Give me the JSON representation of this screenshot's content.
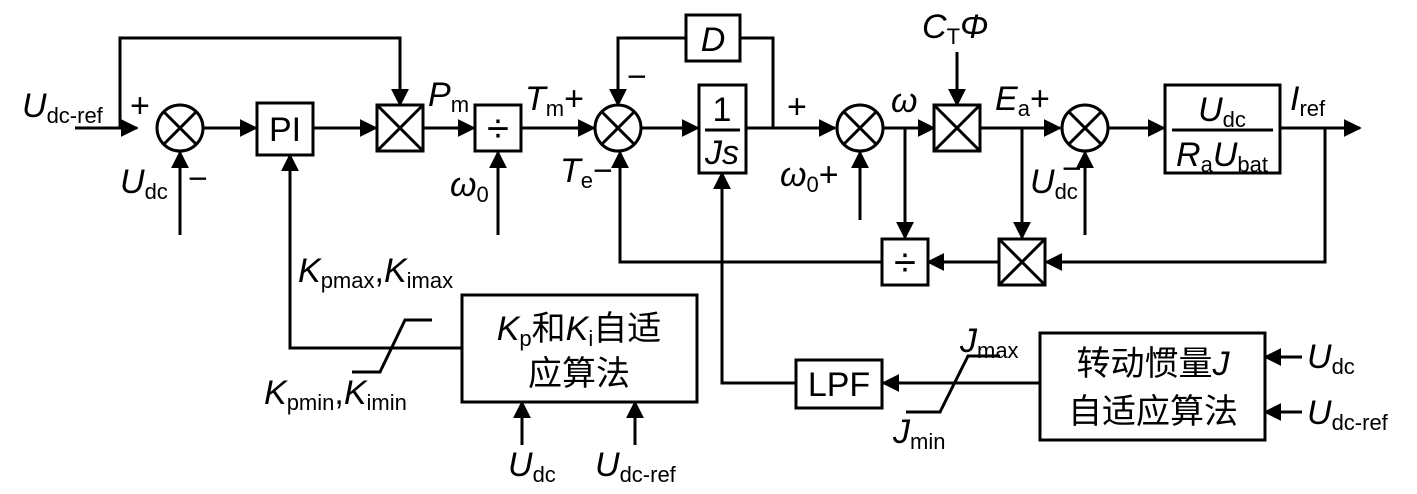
{
  "blocks": {
    "pi": "PI",
    "div": "÷",
    "int_num": "1",
    "int_den": "Js",
    "damping": "D",
    "lpf": "LPF",
    "out_num_main": "U",
    "out_num_sub": "dc",
    "out_den_r": "R",
    "out_den_r_sub": "a",
    "out_den_u": "U",
    "out_den_u_sub": "bat",
    "kpki_line1_kp": "K",
    "kpki_line1_kp_sub": "p",
    "kpki_line1_he": "和",
    "kpki_line1_ki": "K",
    "kpki_line1_ki_sub": "i",
    "kpki_line1_tail": "自适",
    "kpki_line2": "应算法",
    "inertia_line1": "转动惯量",
    "inertia_line1_J": "J",
    "inertia_line2": "自适应算法"
  },
  "signals": {
    "udc_ref": {
      "main": "U",
      "sub": "dc-ref"
    },
    "udc": {
      "main": "U",
      "sub": "dc"
    },
    "pm": {
      "main": "P",
      "sub": "m"
    },
    "tm": {
      "main": "T",
      "sub": "m"
    },
    "te": {
      "main": "T",
      "sub": "e"
    },
    "omega0": {
      "main": "ω",
      "sub": "0"
    },
    "omega": {
      "main": "ω"
    },
    "ea": {
      "main": "E",
      "sub": "a"
    },
    "iref": {
      "main": "I",
      "sub": "ref"
    },
    "ctphi": {
      "c": "C",
      "c_sub": "T",
      "phi": "Φ"
    },
    "kmax": {
      "kp": "K",
      "kp_sub": "pmax",
      "sep": ",",
      "ki": "K",
      "ki_sub": "imax"
    },
    "kmin": {
      "kp": "K",
      "kp_sub": "pmin",
      "sep": ",",
      "ki": "K",
      "ki_sub": "imin"
    },
    "jmax": {
      "main": "J",
      "sub": "max"
    },
    "jmin": {
      "main": "J",
      "sub": "min"
    }
  },
  "signs": {
    "plus": "+",
    "minus": "−"
  }
}
